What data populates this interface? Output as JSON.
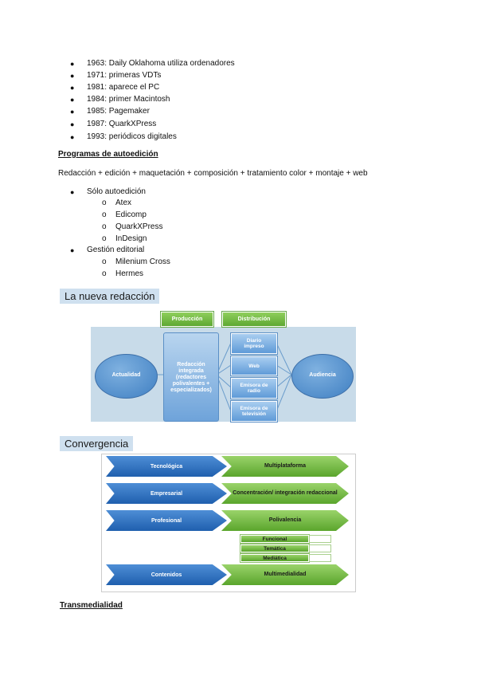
{
  "timeline": [
    "1963: Daily Oklahoma utiliza ordenadores",
    "1971: primeras VDTs",
    "1981: aparece el PC",
    "1984: primer Macintosh",
    "1985: Pagemaker",
    "1987: QuarkXPress",
    "1993: periódicos digitales"
  ],
  "programs_heading": "Programas de autoedición",
  "formula": "Redacción + edición + maquetación + composición + tratamiento color + montaje + web",
  "list": {
    "group1": "Sólo autoedición",
    "group1_items": [
      "Atex",
      "Edicomp",
      "QuarkXPress",
      "InDesign"
    ],
    "group2": "Gestión editorial",
    "group2_items": [
      "Milenium Cross",
      "Hermes"
    ]
  },
  "figure1": {
    "title": "La nueva redacción",
    "top_boxes": [
      "Producción",
      "Distribución"
    ],
    "left": "Actualidad",
    "center": "Redacción integrada (redactores polivalentes + especializados)",
    "center_lines": [
      "Redacción",
      "integrada",
      "(redactores",
      "polivalentes +",
      "especializados)"
    ],
    "channels": [
      [
        "Diario",
        "impreso"
      ],
      [
        "Web"
      ],
      [
        "Emisora de",
        "radio"
      ],
      [
        "Emisora de",
        "televisión"
      ]
    ],
    "right": "Audiencia"
  },
  "figure2": {
    "title": "Convergencia",
    "rows": [
      {
        "left": "Tecnológica",
        "right": "Multiplataforma"
      },
      {
        "left": "Empresarial",
        "right": "Concentración/ integración redaccional"
      },
      {
        "left": "Profesional",
        "right": "Polivalencia"
      },
      {
        "left": "Contenidos",
        "right": "Multimedialidad"
      }
    ],
    "subitems": [
      "Funcional",
      "Temática",
      "Mediática"
    ]
  },
  "last_heading": "Transmedialidad"
}
